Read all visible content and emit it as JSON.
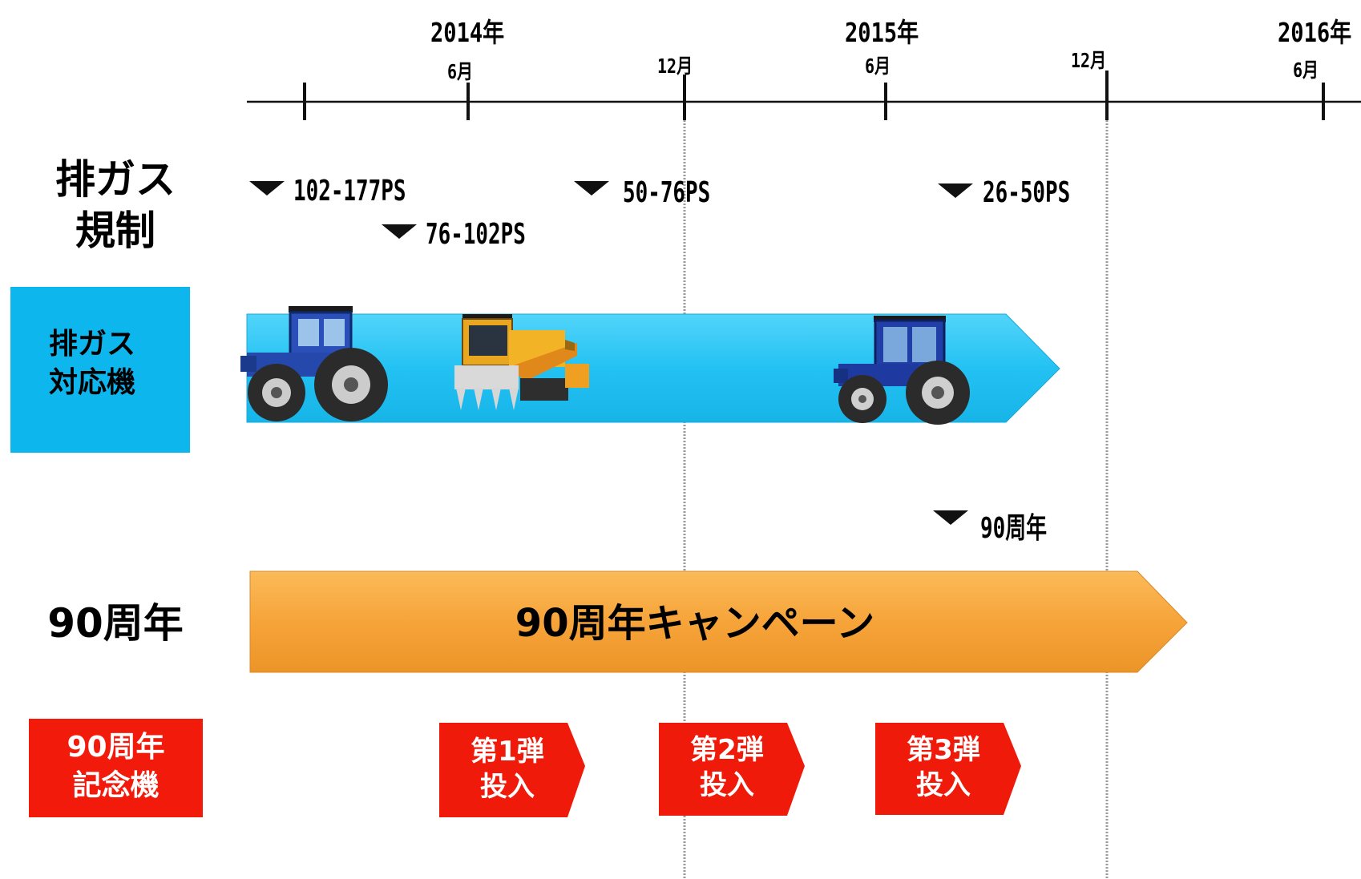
{
  "timeline": {
    "years": [
      {
        "label": "2014年"
      },
      {
        "label": "2015年"
      },
      {
        "label": "2016年"
      }
    ],
    "months": [
      {
        "label": "6月"
      },
      {
        "label": "12月"
      },
      {
        "label": "6月"
      },
      {
        "label": "12月"
      },
      {
        "label": "6月"
      }
    ]
  },
  "rows": {
    "emission_regulation": "排ガス\n規制",
    "emission_machines": "排ガス\n対応機",
    "anniversary": "90周年",
    "commemorative_models": "90周年\n記念機"
  },
  "regulations": [
    {
      "label": "102-177PS"
    },
    {
      "label": "76-102PS"
    },
    {
      "label": "50-76PS"
    },
    {
      "label": "26-50PS"
    }
  ],
  "anniversary_marker": {
    "label": "90周年"
  },
  "campaign": {
    "label": "90周年キャンペーン"
  },
  "launches": [
    {
      "label": "第1弾\n投入"
    },
    {
      "label": "第2弾\n投入"
    },
    {
      "label": "第3弾\n投入"
    }
  ],
  "machines": [
    {
      "icon": "tractor-large-icon"
    },
    {
      "icon": "combine-harvester-icon"
    },
    {
      "icon": "tractor-cab-icon"
    }
  ],
  "colors": {
    "emission_arrow": "#24C4F4",
    "emission_label_box": "#0EB6EE",
    "campaign_arrow": "#F6A43A",
    "launch_arrow": "#F01A0A",
    "commemorative_box": "#F11A0B"
  }
}
